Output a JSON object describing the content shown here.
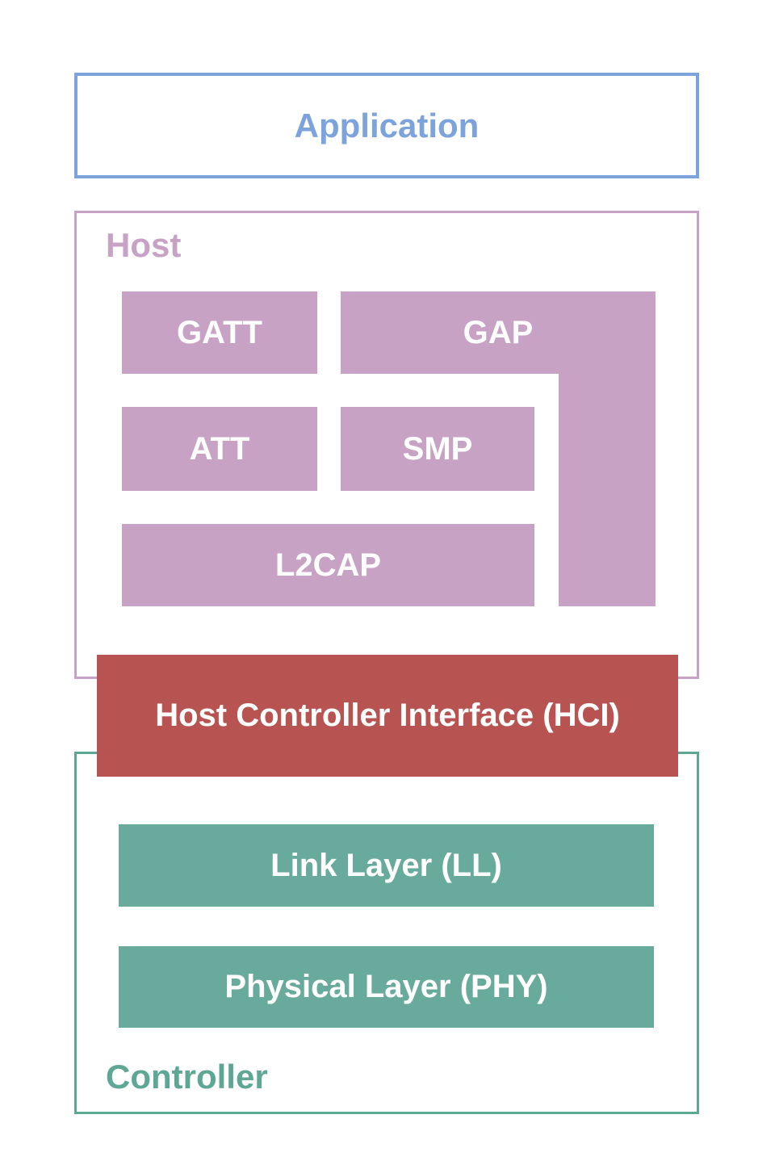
{
  "colors": {
    "application_blue": "#7DA3DD",
    "host_pink": "#C8A2C4",
    "hci_red": "#B75350",
    "controller_teal_fill": "#68AB9C",
    "controller_teal": "#5FA795",
    "label_white": "#FFFFFF",
    "canvas_bg": "#FFFFFF"
  },
  "diagram": {
    "application": {
      "label": "Application"
    },
    "host": {
      "label": "Host",
      "blocks": [
        {
          "id": "gatt",
          "label": "GATT"
        },
        {
          "id": "gap",
          "label": "GAP"
        },
        {
          "id": "att",
          "label": "ATT"
        },
        {
          "id": "smp",
          "label": "SMP"
        },
        {
          "id": "l2cap",
          "label": "L2CAP"
        }
      ]
    },
    "hci": {
      "label": "Host Controller Interface (HCI)"
    },
    "controller": {
      "label": "Controller",
      "blocks": [
        {
          "id": "ll",
          "label": "Link Layer (LL)"
        },
        {
          "id": "phy",
          "label": "Physical Layer (PHY)"
        }
      ]
    }
  }
}
